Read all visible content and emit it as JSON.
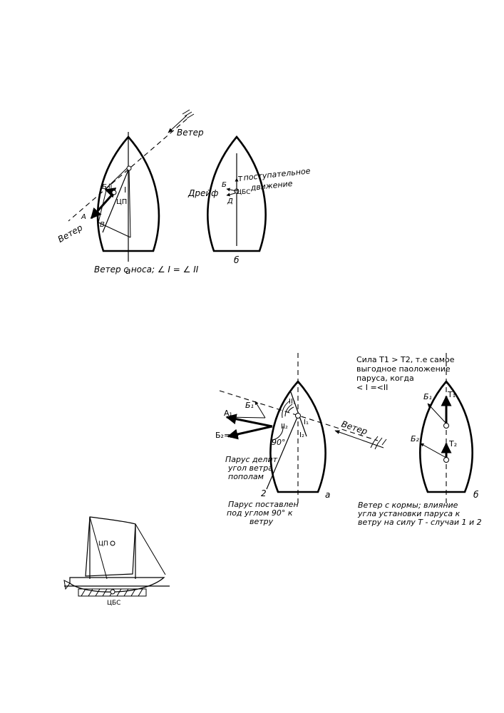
{
  "fig1": {
    "wind_top": "Ветер",
    "wind_left": "Ветер",
    "label_a": "а",
    "label_b": "б",
    "caption": "Ветер с носа;  ∠ I = ∠ II",
    "roman_1": "I",
    "roman_2": "II",
    "letter_A": "А",
    "letter_B": "Б",
    "letter_V": "В",
    "cp": "ЦП",
    "cbs": "ЦБС",
    "drift": "Дрейф",
    "t": "Т",
    "b2": "Б",
    "d": "Д",
    "forward_1": "поступательное",
    "forward_2": "движение"
  },
  "fig2": {
    "note_1": "Сила Т1 > Т2, т.е самое",
    "note_2": "выгодное паоложение",
    "note_3": "паруса, когда",
    "note_4": "< I =<II",
    "wind": "Ветер",
    "a1": "А₁",
    "b1": "Б₁",
    "b2a2": "Б₂=А₂",
    "deg90": "90°",
    "halves_1": "Парус делит",
    "halves_2": "угол ветра",
    "halves_3": "пополам",
    "two": "2",
    "perp_1": "Парус поставлен",
    "perp_2": "под углом 90° к",
    "perp_3": "ветру",
    "label_a": "а",
    "label_b": "б",
    "stern_1": "Ветер с кормы; влияние",
    "stern_2": "угла установки паруса к",
    "stern_3": "ветру на силу Т - случаи 1 и 2",
    "i1": "I₁",
    "ii1": "II₁",
    "ii2": "II₂",
    "i2": "I₂",
    "right_b1": "Б₁",
    "right_t1": "Т₁",
    "right_b2": "Б₂",
    "right_t2": "Т₂"
  },
  "boat": {
    "cp": "ЦП",
    "cbs": "ЦБС"
  }
}
